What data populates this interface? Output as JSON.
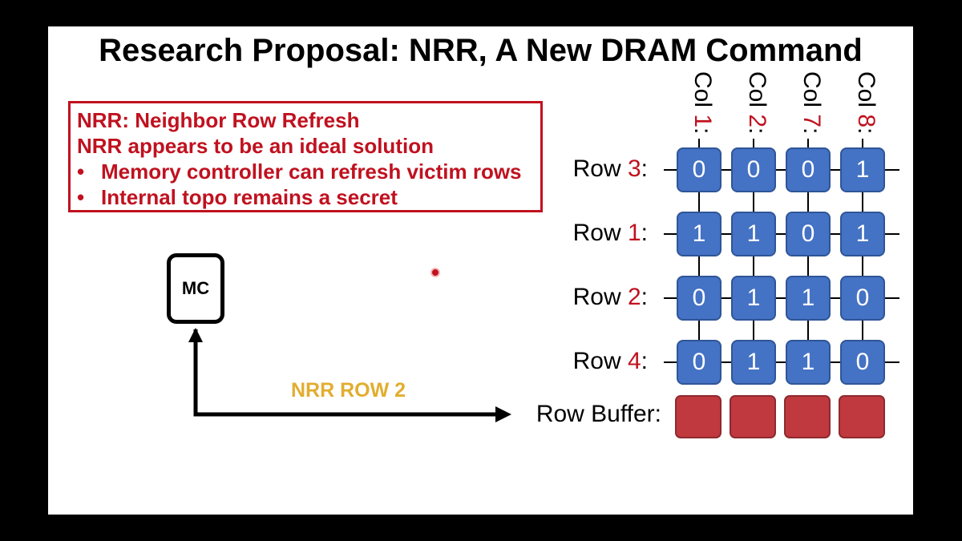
{
  "title": "Research Proposal: NRR, A New DRAM Command",
  "callout": {
    "line1": "NRR: Neighbor Row Refresh",
    "line2": "NRR appears to be an ideal solution",
    "bullets": [
      "Memory controller can refresh victim rows",
      "Internal topo remains a secret"
    ],
    "bullet_char": "•"
  },
  "mc_label": "MC",
  "command_label": "NRR ROW 2",
  "columns": [
    {
      "prefix": "Col ",
      "num": "1",
      "suffix": ":"
    },
    {
      "prefix": "Col ",
      "num": "2",
      "suffix": ":"
    },
    {
      "prefix": "Col ",
      "num": "7",
      "suffix": ":"
    },
    {
      "prefix": "Col ",
      "num": "8",
      "suffix": ":"
    }
  ],
  "rows": [
    {
      "prefix": "Row ",
      "num": "3",
      "suffix": ":",
      "cells": [
        "0",
        "0",
        "0",
        "1"
      ]
    },
    {
      "prefix": "Row ",
      "num": "1",
      "suffix": ":",
      "cells": [
        "1",
        "1",
        "0",
        "1"
      ]
    },
    {
      "prefix": "Row ",
      "num": "2",
      "suffix": ":",
      "cells": [
        "0",
        "1",
        "1",
        "0"
      ]
    },
    {
      "prefix": "Row ",
      "num": "4",
      "suffix": ":",
      "cells": [
        "0",
        "1",
        "1",
        "0"
      ]
    }
  ],
  "row_buffer_label": "Row Buffer:",
  "colors": {
    "accent_red": "#c0111f",
    "cell_blue": "#4472c4",
    "buffer_red": "#c0393f",
    "command_gold": "#e2ad2f"
  }
}
